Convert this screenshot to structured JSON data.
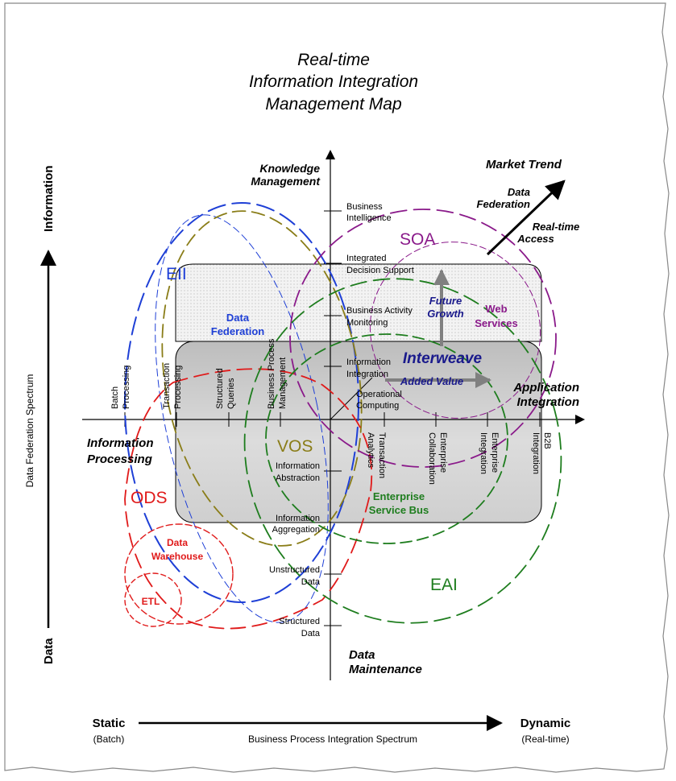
{
  "title": {
    "line1": "Real-time",
    "line2": "Information Integration",
    "line3": "Management Map"
  },
  "axes": {
    "vertical_top": "Information",
    "vertical_bottom": "Data",
    "vertical_label": "Data Federation Spectrum",
    "horizontal_left": "Static",
    "horizontal_left_sub": "(Batch)",
    "horizontal_right": "Dynamic",
    "horizontal_right_sub": "(Real-time)",
    "horizontal_label": "Business Process Integration Spectrum"
  },
  "quadrants": {
    "top": [
      "Knowledge",
      "Management"
    ],
    "bottom": [
      "Data",
      "Maintenance"
    ],
    "left": [
      "Information",
      "Processing"
    ],
    "right": [
      "Application",
      "Integration"
    ]
  },
  "y_ticks": [
    [
      "Business",
      "Intelligence"
    ],
    [
      "Integrated",
      "Decision Support"
    ],
    [
      "Business Activity",
      "Monitoring"
    ],
    [
      "Information",
      "Integration"
    ],
    [
      "Operational",
      "Computing"
    ],
    [
      "Information",
      "Abstraction"
    ],
    [
      "Information",
      "Aggregation"
    ],
    [
      "Unstructured",
      "Data"
    ],
    [
      "Structured",
      "Data"
    ]
  ],
  "x_ticks_left": [
    [
      "Batch",
      "Processing"
    ],
    [
      "Transaction",
      "Processing"
    ],
    [
      "Structured",
      "Queries"
    ],
    [
      "Business Process",
      "Management"
    ]
  ],
  "x_ticks_right": [
    [
      "Transaction",
      "Analytics"
    ],
    [
      "Enterprise",
      "Collaboration"
    ],
    [
      "Enterprise",
      "Integration"
    ],
    [
      "B2B",
      "Integration"
    ]
  ],
  "regions": {
    "eii": "EII",
    "soa": "SOA",
    "vos": "VOS",
    "ods": "ODS",
    "eai": "EAI",
    "data_warehouse": [
      "Data",
      "Warehouse"
    ],
    "etl": "ETL",
    "data_federation": [
      "Data",
      "Federation"
    ],
    "web_services": [
      "Web",
      "Services"
    ],
    "esb": [
      "Enterprise",
      "Service Bus"
    ],
    "interweave": "Interweave",
    "added_value": "Added Value",
    "future_growth": [
      "Future",
      "Growth"
    ]
  },
  "market_trend": {
    "title": "Market Trend",
    "item1": [
      "Data",
      "Federation"
    ],
    "item2": [
      "Real-time",
      "Access"
    ]
  },
  "colors": {
    "eii": "#1e3fd6",
    "soa": "#8a1a8a",
    "vos": "#8a7d18",
    "ods": "#e01a1a",
    "eai": "#1e7d1e",
    "interweave": "#1a1a8c"
  }
}
